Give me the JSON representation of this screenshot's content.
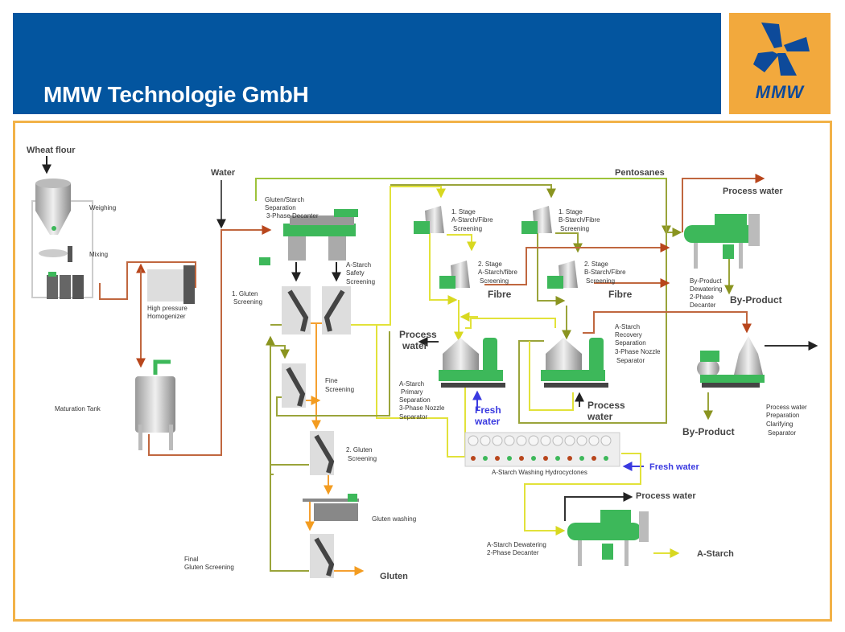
{
  "header": {
    "title": "MMW Technologie GmbH",
    "logo_text": "MMW",
    "logo_icon": "mmw-pinwheel-logo"
  },
  "colors": {
    "banner_blue": "#03559f",
    "logo_orange": "#f2a93d",
    "frame_orange": "#f2b248",
    "equipment_green": "#3db85a",
    "dough_line": "#c0673f",
    "starch_line_yellow": "#e2e23a",
    "olive_line": "#9aa43a",
    "gluten_line_orange": "#f5a030",
    "fresh_water_blue": "#3a3ae0",
    "water_line": "#555555"
  },
  "diagram": {
    "inputs": {
      "wheat_flour": "Wheat flour",
      "water": "Water",
      "pentosanes": "Pentosanes"
    },
    "units": {
      "weighing": "Weighing",
      "mixing": "Mixing",
      "homogenizer": [
        "High pressure",
        "Homogenizer"
      ],
      "maturation_tank": "Maturation Tank",
      "decanter_3phase": [
        "Gluten/Starch",
        "Separation",
        "3-Phase Decanter"
      ],
      "safety_screening": [
        "A-Starch",
        "Safety",
        "Screening"
      ],
      "gluten_screening_1": [
        "1. Gluten",
        "Screening"
      ],
      "fine_screening": [
        "Fine",
        "Screening"
      ],
      "gluten_screening_2": [
        "2. Gluten",
        "Screening"
      ],
      "gluten_washing": "Gluten washing",
      "final_gluten_screening": [
        "Final",
        "Gluten Screening"
      ],
      "stage1_a": [
        "1. Stage",
        "A-Starch/Fibre",
        "Screening"
      ],
      "stage2_a": [
        "2. Stage",
        "A-Starch/fibre",
        "Screening"
      ],
      "stage1_b": [
        "1. Stage",
        "B-Starch/Fibre",
        "Screening"
      ],
      "stage2_b": [
        "2. Stage",
        "B-Starch/Fibre",
        "Screening"
      ],
      "primary_separator": [
        "A-Starch",
        "Primary",
        "Separation",
        "3-Phase Nozzle",
        "Separator"
      ],
      "recovery_separator": [
        "A-Starch",
        "Recovery",
        "Separation",
        "3-Phase Nozzle",
        "Separator"
      ],
      "byproduct_decanter": [
        "By-Product",
        "Dewatering",
        "2-Phase",
        "Decanter"
      ],
      "clarifying_separator": [
        "Process water",
        "Preparation",
        "Clarifying",
        "Separator"
      ],
      "hydrocyclones": "A-Starch Washing Hydrocyclones",
      "starch_decanter": [
        "A-Starch Dewatering",
        "2-Phase Decanter"
      ]
    },
    "outputs": {
      "fibre_a": "Fibre",
      "fibre_b": "Fibre",
      "process_water_top": "Process water",
      "by_product_1": "By-Product",
      "by_product_2": "By-Product",
      "process_water_primary": [
        "Process",
        "water"
      ],
      "process_water_recovery": [
        "Process",
        "water"
      ],
      "fresh_water_1": [
        "Fresh",
        "water"
      ],
      "fresh_water_2": "Fresh water",
      "process_water_bottom": "Process water",
      "a_starch": "A-Starch",
      "gluten": "Gluten"
    }
  }
}
